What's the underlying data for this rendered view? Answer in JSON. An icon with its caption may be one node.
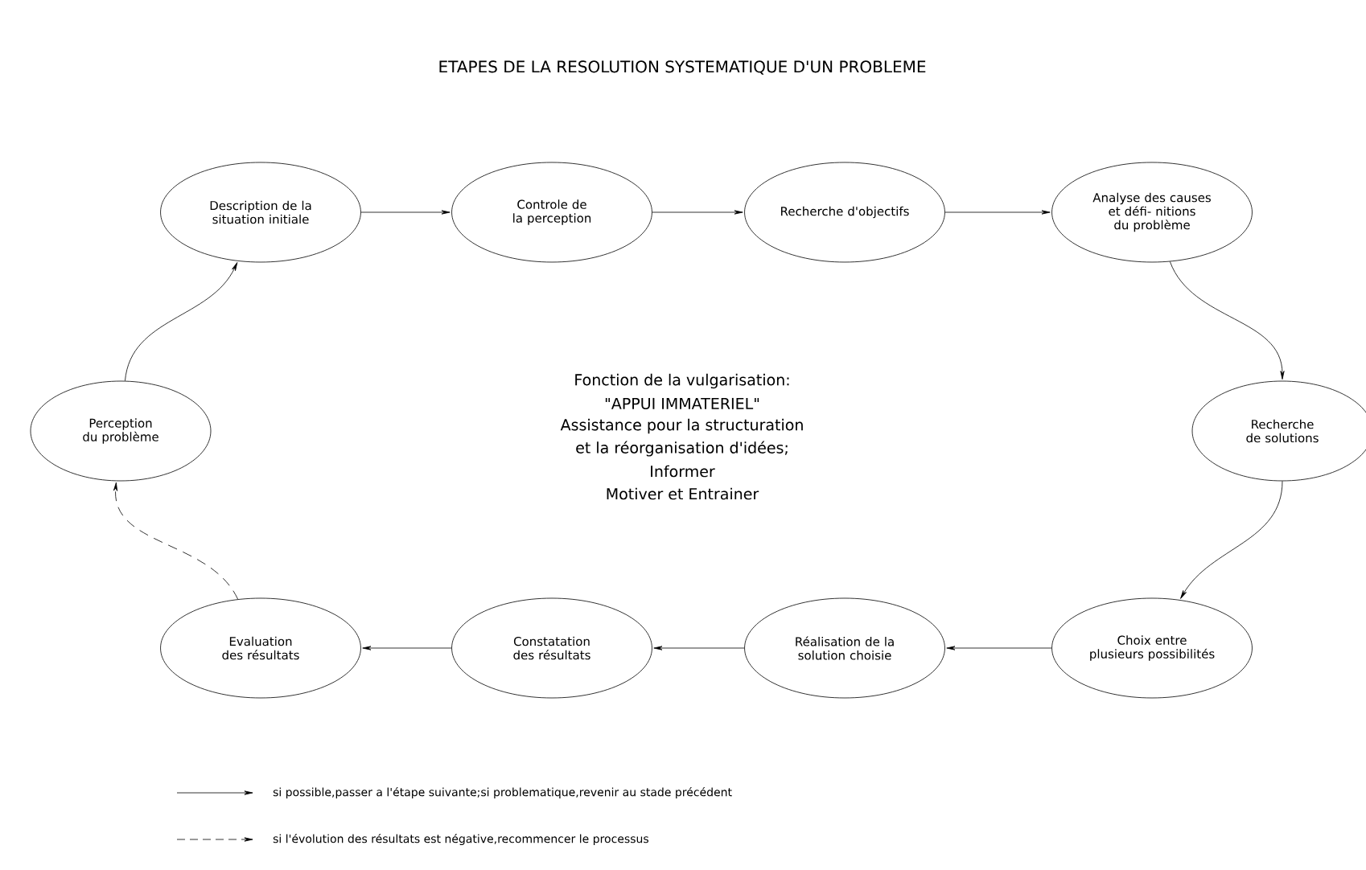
{
  "diagram": {
    "title": "ETAPES DE LA RESOLUTION SYSTEMATIQUE D'UN PROBLEME",
    "nodes": [
      {
        "text": [
          "Description de la situation initiale"
        ]
      },
      {
        "text": [
          "Controle de la perception"
        ]
      },
      {
        "text": [
          "Recherche d'objectifs"
        ]
      },
      {
        "text": [
          "Analyse des causes et défi- nitions du problème"
        ]
      },
      {
        "text": [
          "Recherche de solutions"
        ]
      },
      {
        "text": [
          "Choix entre plusieurs possibilités"
        ]
      },
      {
        "text": [
          "Réalisation de la solution choisie"
        ]
      },
      {
        "text": [
          "Constatation des résultats"
        ]
      },
      {
        "text": [
          "Evaluation des résultats"
        ]
      },
      {
        "text": [
          "Perception du problème"
        ]
      }
    ],
    "edges": [
      {
        "from": 0,
        "to": 1,
        "arrow": "to"
      },
      {
        "from": 1,
        "to": 2,
        "arrow": "to"
      },
      {
        "from": 2,
        "to": 3,
        "arrow": "to"
      },
      {
        "from": 3,
        "to": 4,
        "arrow": "to"
      },
      {
        "from": 4,
        "to": 5,
        "arrow": "to"
      },
      {
        "from": 5,
        "to": 6,
        "arrow": "to"
      },
      {
        "from": 6,
        "to": 7,
        "arrow": "to"
      },
      {
        "from": 7,
        "to": 8,
        "arrow": "to"
      },
      {
        "from": 8,
        "to": 9,
        "arrow": "to",
        "style": "dashed"
      },
      {
        "from": 9,
        "to": 0,
        "arrow": "to"
      }
    ],
    "labels": [
      "Fonction de la vulgarisation:",
      "\"APPUI IMMATERIEL\"",
      "Assistance pour la structuration",
      "et la réorganisation d'idées;",
      "Informer",
      "Motiver et Entrainer"
    ],
    "legend": [
      {
        "text": "si possible,passer a l'étape suivante;si problematique,revenir au stade précédent"
      },
      {
        "text": "si l'évolution des résultats est négative,recommencer le processus"
      }
    ]
  }
}
